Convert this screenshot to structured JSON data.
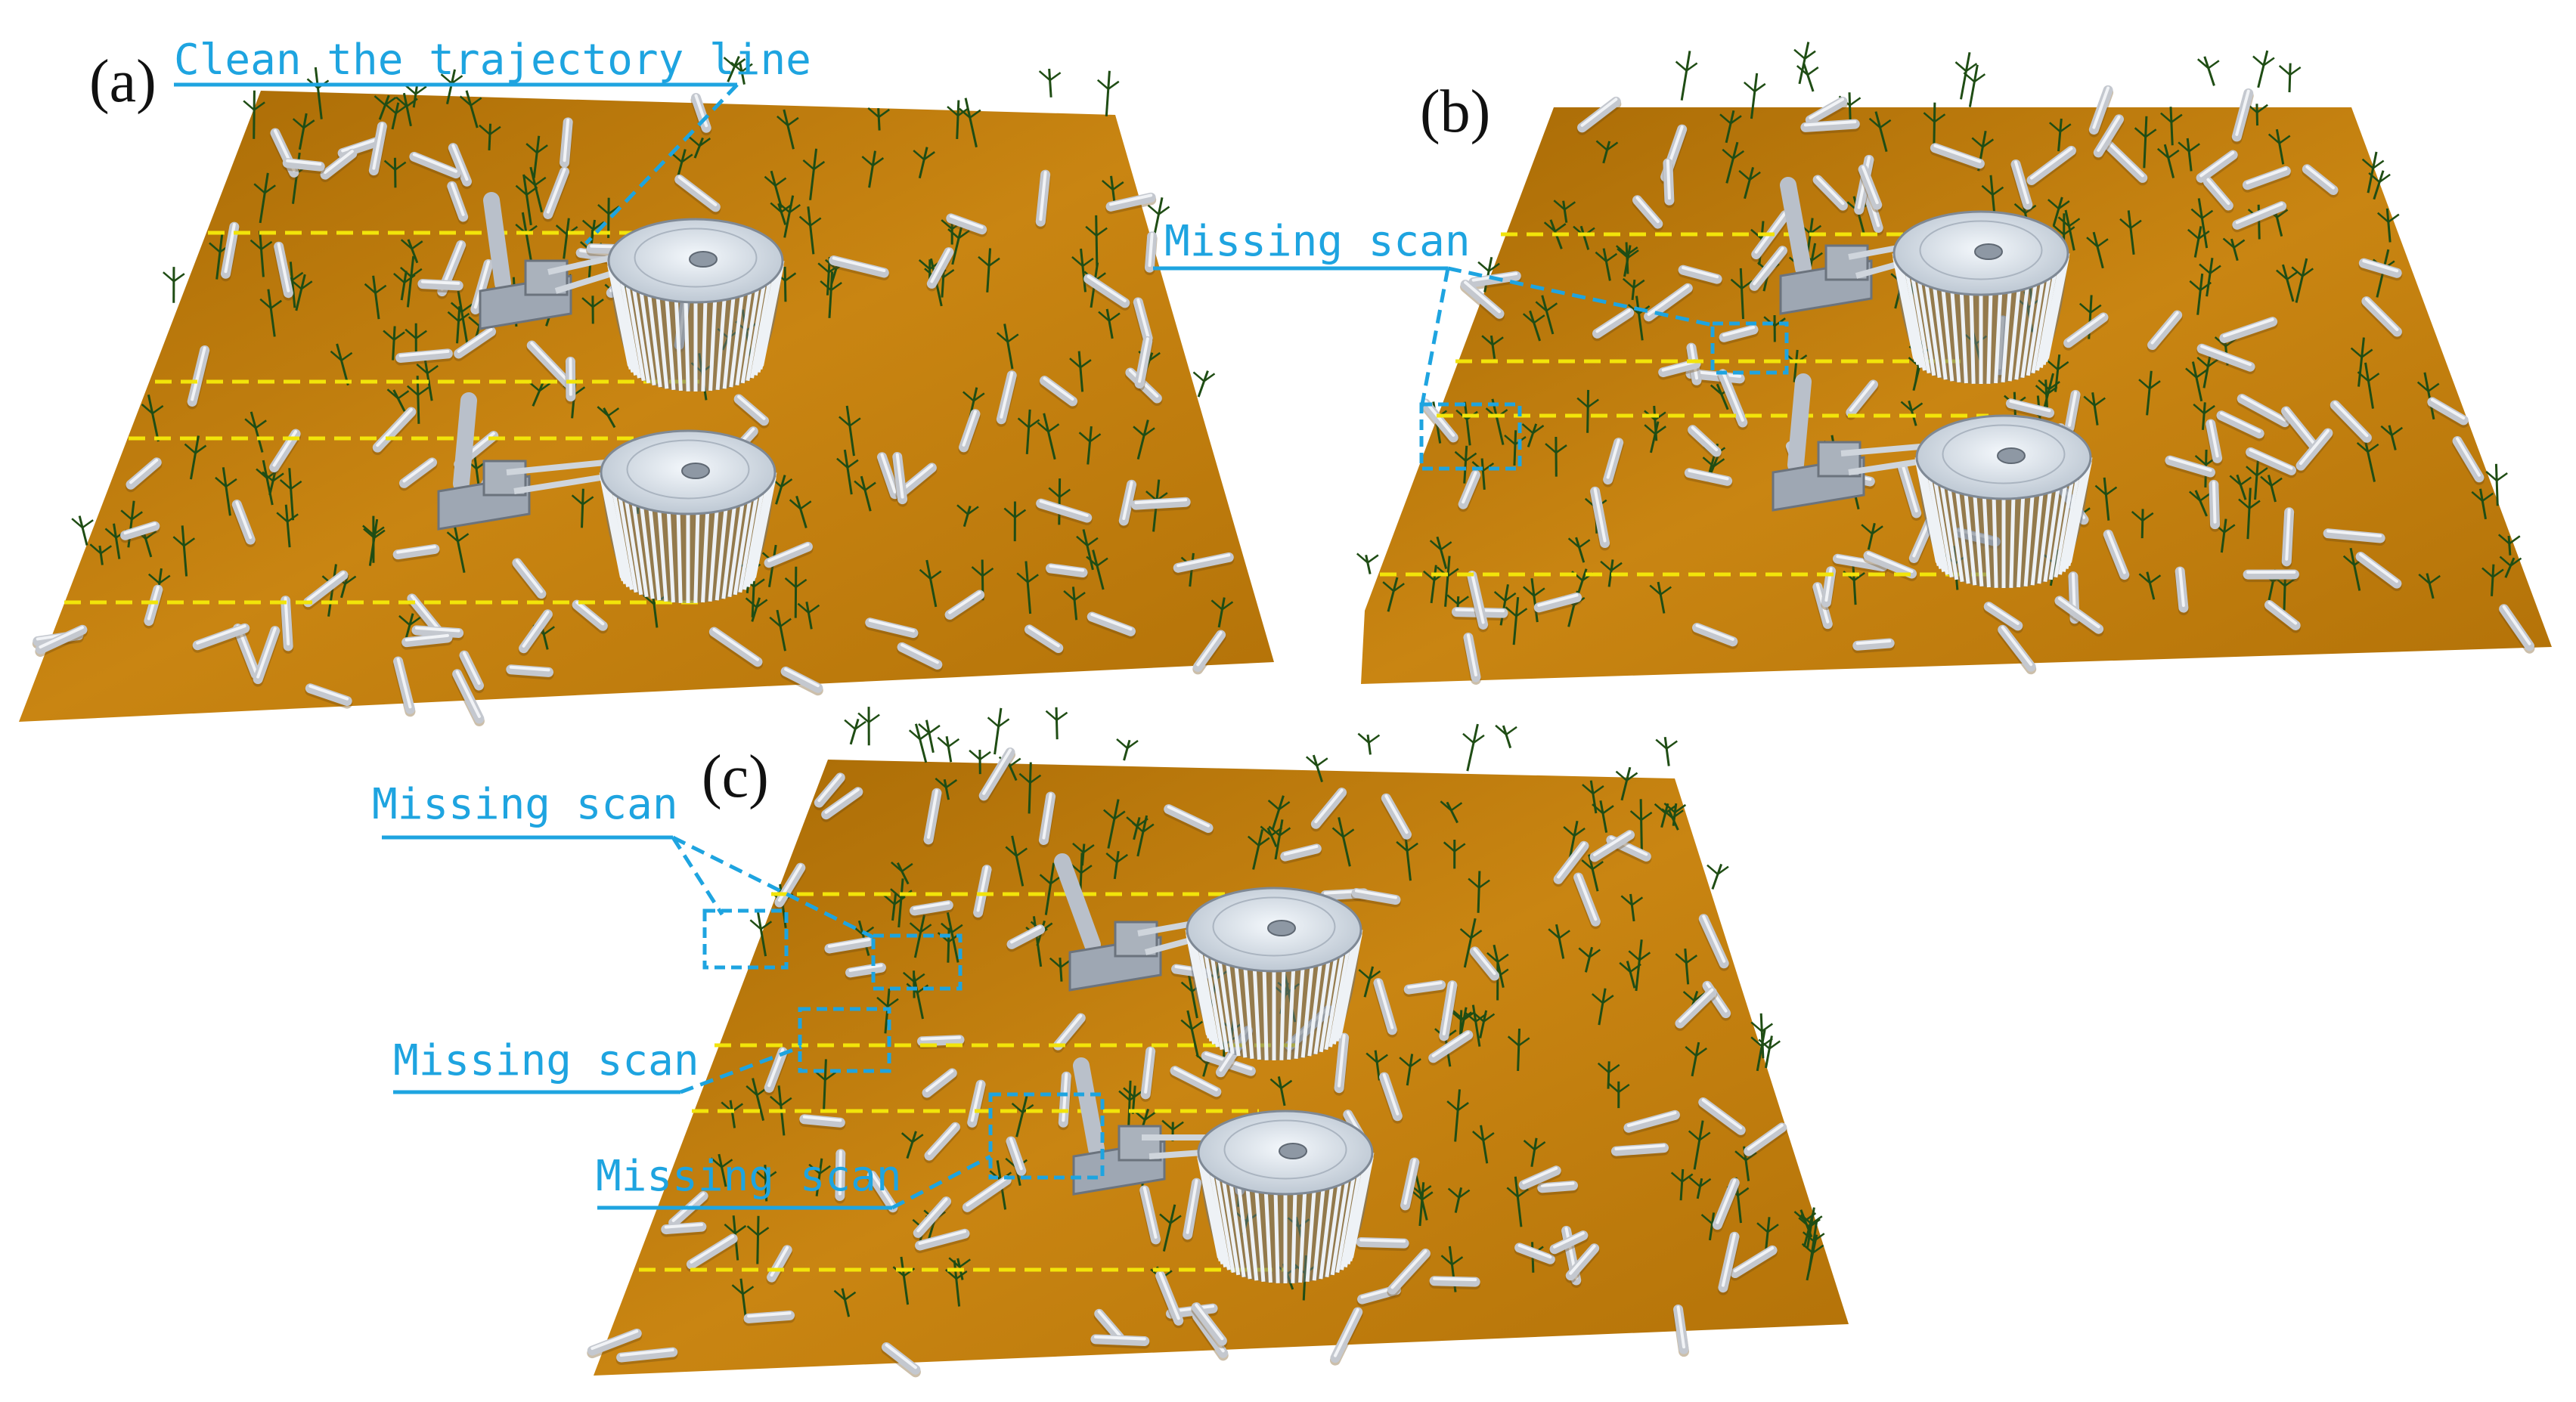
{
  "panels": [
    {
      "id": "a",
      "label": "(a)"
    },
    {
      "id": "b",
      "label": "(b)"
    },
    {
      "id": "c",
      "label": "(c)"
    }
  ],
  "callouts": {
    "clean": "Clean the trajectory line",
    "missing_b": "Missing scan",
    "missing_c1": "Missing scan",
    "missing_c2": "Missing scan",
    "missing_c3": "Missing scan"
  },
  "colors": {
    "soil_light": "#c9840c",
    "soil_dark": "#9a6004",
    "trajectory": "#f2e40a",
    "callout": "#1ea4e0",
    "weed": "#1f4d14",
    "residue": "#c4c8cf",
    "machine": "#9ea7b3",
    "disc": "#e3eaf2"
  }
}
